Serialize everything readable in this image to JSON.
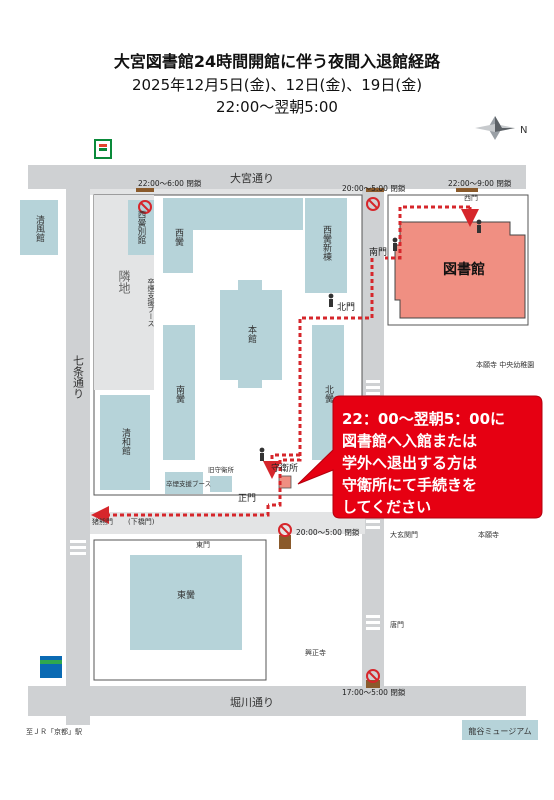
{
  "header": {
    "title": "大宮図書館24時間開館に伴う夜間入退館経路",
    "dates": "2025年12月5日(金)、12日(金)、19日(金)",
    "hours": "22:00～翌朝5:00"
  },
  "compass": {
    "n": "N",
    "icon": "compass-icon"
  },
  "streets": {
    "omiya": "大宮通り",
    "shichijo": "七条通り",
    "horikawa": "堀川通り"
  },
  "closures": {
    "nw": "22:00～6:00 閉鎖",
    "ne": "20:00～5:00 閉鎖",
    "lib": "22:00～9:00 閉鎖",
    "main": "20:00～5:00 閉鎖",
    "south": "17:00～5:00 閉鎖"
  },
  "buildings": {
    "seiryo": "清風館",
    "nishi_bekkan": "西黌別館",
    "nishi": "西黌",
    "nishi_shin": "西黌新棟",
    "rinchi": "隣地",
    "sotsuen": "卒煙支援ブース",
    "honkan": "本館",
    "minami": "南黌",
    "kita": "北黌",
    "seiwa": "清和館",
    "sotsuen2": "卒煙支援ブース",
    "kyu_shuei": "旧守衛所",
    "higashi": "東黌",
    "library": "図書館"
  },
  "labels": {
    "nishimon": "西門",
    "nanmon": "南門",
    "kitamon": "北門",
    "shueijo": "守衛所",
    "seimon": "正門",
    "tomon": "東門",
    "shimomon": "(下橋門)",
    "shimo_label": "猪熊門",
    "honganji_kindergarten": "本願寺\n中央幼稚園",
    "daigenkan": "大玄関門",
    "karamon": "唐門",
    "honganji": "本願寺",
    "koshoji": "興正寺",
    "ryukoku_museum": "龍谷ミュージアム",
    "station": "至ＪＲ「京都」駅"
  },
  "callout": {
    "lines": [
      "22：00～翌朝5：00に",
      "図書館へ入館または",
      "学外へ退出する方は",
      "守衛所にて手続きを",
      "してください"
    ]
  },
  "colors": {
    "road": "#cfd1d3",
    "building": "#b6d3d9",
    "library": "#f08f82",
    "route": "#d6262b",
    "callout": "#e60012",
    "gate": "#8a5a2b"
  }
}
